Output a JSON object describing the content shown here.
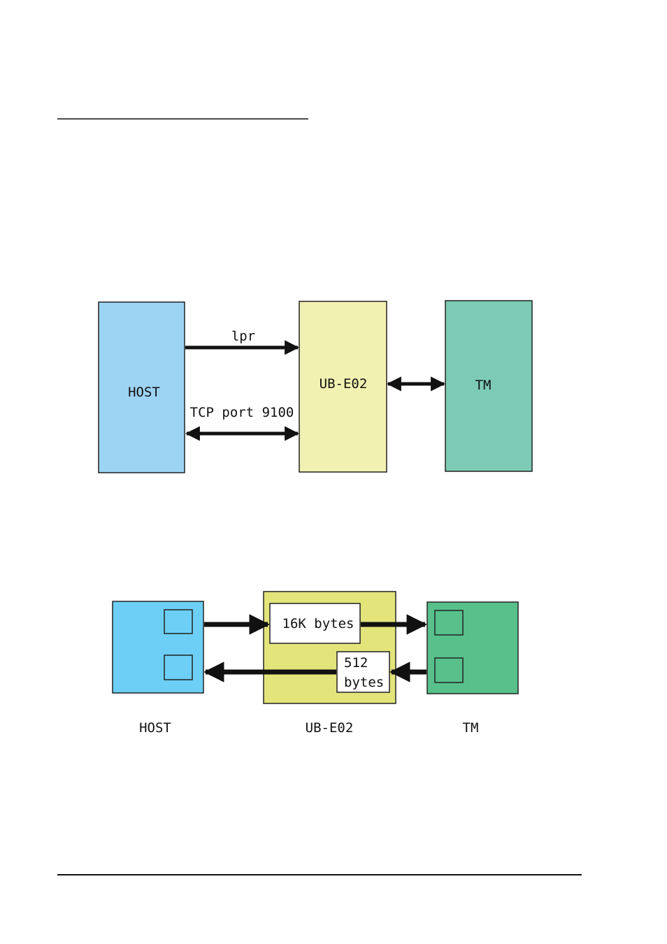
{
  "diagram1": {
    "host_label": "HOST",
    "ube_label": "UB-E02",
    "tm_label": "TM",
    "lpr_label": "lpr",
    "tcp_label": "TCP port 9100",
    "colors": {
      "host": "#9dd3f3",
      "ube": "#f1f1b1",
      "tm": "#7dcbb4"
    }
  },
  "diagram2": {
    "buffer_send_label": "16K bytes",
    "buffer_recv_line1": "512",
    "buffer_recv_line2": "bytes",
    "host_caption": "HOST",
    "ube_caption": "UB-E02",
    "tm_caption": "TM",
    "colors": {
      "host": "#6dcff5",
      "ube": "#e3e47a",
      "tm": "#58c08b"
    }
  }
}
